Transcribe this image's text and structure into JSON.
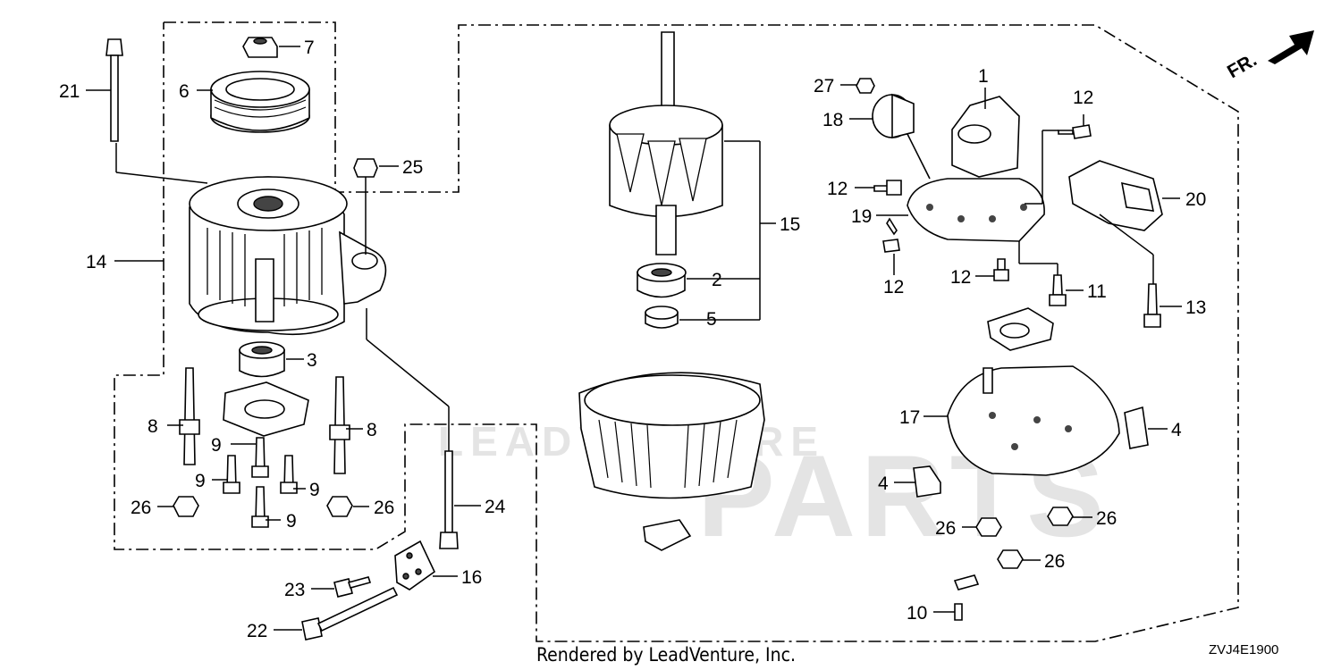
{
  "callouts": [
    {
      "id": "c1",
      "text": "1"
    },
    {
      "id": "c2",
      "text": "2"
    },
    {
      "id": "c3",
      "text": "3"
    },
    {
      "id": "c4a",
      "text": "4"
    },
    {
      "id": "c4b",
      "text": "4"
    },
    {
      "id": "c5",
      "text": "5"
    },
    {
      "id": "c6",
      "text": "6"
    },
    {
      "id": "c7",
      "text": "7"
    },
    {
      "id": "c8a",
      "text": "8"
    },
    {
      "id": "c8b",
      "text": "8"
    },
    {
      "id": "c9a",
      "text": "9"
    },
    {
      "id": "c9b",
      "text": "9"
    },
    {
      "id": "c9c",
      "text": "9"
    },
    {
      "id": "c9d",
      "text": "9"
    },
    {
      "id": "c10",
      "text": "10"
    },
    {
      "id": "c11",
      "text": "11"
    },
    {
      "id": "c12a",
      "text": "12"
    },
    {
      "id": "c12b",
      "text": "12"
    },
    {
      "id": "c12c",
      "text": "12"
    },
    {
      "id": "c12d",
      "text": "12"
    },
    {
      "id": "c13",
      "text": "13"
    },
    {
      "id": "c14",
      "text": "14"
    },
    {
      "id": "c15",
      "text": "15"
    },
    {
      "id": "c16",
      "text": "16"
    },
    {
      "id": "c17",
      "text": "17"
    },
    {
      "id": "c18",
      "text": "18"
    },
    {
      "id": "c19",
      "text": "19"
    },
    {
      "id": "c20",
      "text": "20"
    },
    {
      "id": "c21",
      "text": "21"
    },
    {
      "id": "c22",
      "text": "22"
    },
    {
      "id": "c23",
      "text": "23"
    },
    {
      "id": "c24",
      "text": "24"
    },
    {
      "id": "c25",
      "text": "25"
    },
    {
      "id": "c26a",
      "text": "26"
    },
    {
      "id": "c26b",
      "text": "26"
    },
    {
      "id": "c26c",
      "text": "26"
    },
    {
      "id": "c26d",
      "text": "26"
    },
    {
      "id": "c26e",
      "text": "26"
    },
    {
      "id": "c27",
      "text": "27"
    }
  ],
  "direction_label": "FR.",
  "footer": {
    "rendered_by": "Rendered by LeadVenture, Inc.",
    "diagram_code": "ZVJ4E1900"
  },
  "watermark": {
    "line1": "LEADVENTURE",
    "line2": "PARTS"
  }
}
